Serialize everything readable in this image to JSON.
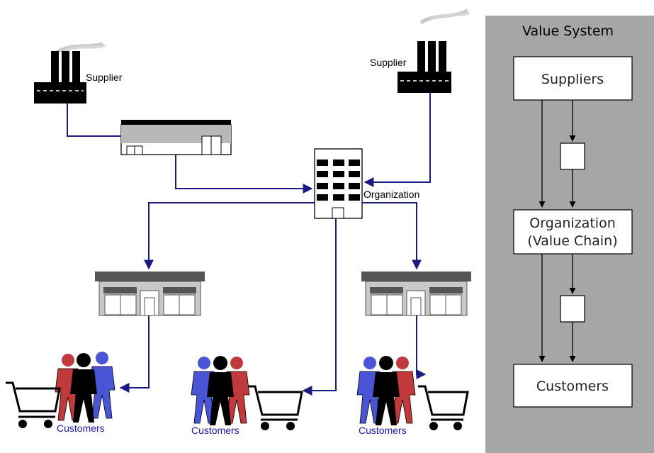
{
  "left_diagram": {
    "supplier_left_label": "Supplier",
    "supplier_right_label": "Supplier",
    "organization_label": "Organization",
    "customers": [
      "Customers",
      "Customers",
      "Customers"
    ]
  },
  "value_system": {
    "title": "Value System",
    "suppliers": "Suppliers",
    "organization_line1": "Organization",
    "organization_line2": "(Value Chain)",
    "customers": "Customers"
  },
  "colors": {
    "flow_line": "#1a1a80",
    "panel_bg": "#a6a6a6",
    "customer_text": "#1a1aa6",
    "figure_red": "#c0393b",
    "figure_blue": "#4a55d6",
    "figure_black": "#000000"
  }
}
